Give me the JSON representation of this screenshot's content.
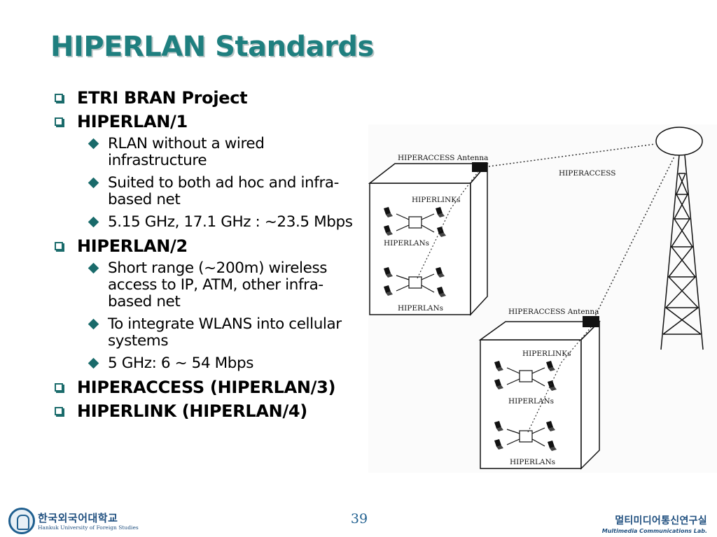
{
  "slide": {
    "title": "HIPERLAN Standards",
    "bullets": [
      {
        "level": 1,
        "text": "ETRI BRAN Project"
      },
      {
        "level": 1,
        "text": "HIPERLAN/1"
      },
      {
        "level": 2,
        "text": "RLAN without a wired infrastructure"
      },
      {
        "level": 2,
        "text": "Suited to both ad hoc and infra-based net"
      },
      {
        "level": 2,
        "text": "5.15 GHz, 17.1 GHz : ~23.5 Mbps"
      },
      {
        "level": 1,
        "text": "HIPERLAN/2"
      },
      {
        "level": 2,
        "text": "Short range (~200m) wireless access to IP, ATM, other infra-based net"
      },
      {
        "level": 2,
        "text": "To integrate WLANS into cellular systems"
      },
      {
        "level": 2,
        "text": "5 GHz: 6 ~ 54 Mbps"
      },
      {
        "level": 1,
        "text": "HIPERACCESS (HIPERLAN/3)"
      },
      {
        "level": 1,
        "text": "HIPERLINK (HIPERLAN/4)"
      }
    ]
  },
  "figure": {
    "labels": {
      "antenna_top": "HIPERACCESS Antenna",
      "hiperaccess": "HIPERACCESS",
      "hiperlinks_top": "HIPERLINKs",
      "hiperlans_top_1": "HIPERLANs",
      "hiperlans_top_2": "HIPERLANs",
      "antenna_bottom": "HIPERACCESS Antenna",
      "hiperlinks_bottom": "HIPERLINKs",
      "hiperlans_bottom_1": "HIPERLANs",
      "hiperlans_bottom_2": "HIPERLANs"
    }
  },
  "footer": {
    "university_kr": "한국외국어대학교",
    "university_en": "Hankuk University of Foreign Studies",
    "page_number": "39",
    "lab_kr": "멀티미디어통신연구실",
    "lab_en": "Multimedia Communications Lab."
  },
  "colors": {
    "title": "#1f7f7f",
    "bullet_marker": "#1a6b6b",
    "footer_blue": "#1f4f7f"
  }
}
